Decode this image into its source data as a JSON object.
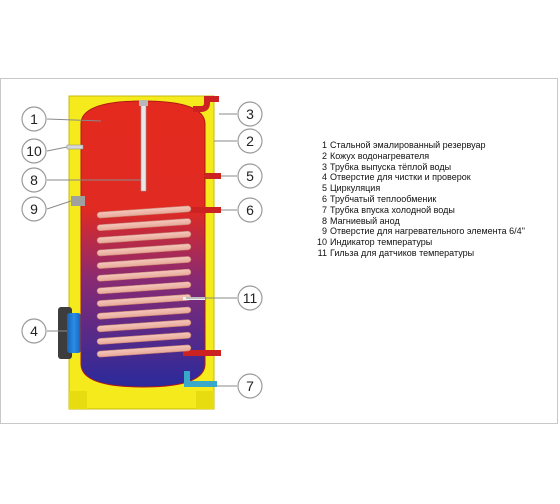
{
  "callouts": [
    {
      "number": "1"
    },
    {
      "number": "2"
    },
    {
      "number": "3"
    },
    {
      "number": "4"
    },
    {
      "number": "5"
    },
    {
      "number": "6"
    },
    {
      "number": "7"
    },
    {
      "number": "8"
    },
    {
      "number": "9"
    },
    {
      "number": "10"
    },
    {
      "number": "11"
    }
  ],
  "legend": [
    {
      "number": "1",
      "text": "Стальной эмалированный резервуар"
    },
    {
      "number": "2",
      "text": "Кожух водонагревателя"
    },
    {
      "number": "3",
      "text": "Трубка выпуска тёплой воды"
    },
    {
      "number": "4",
      "text": "Отверстие для чистки и проверок"
    },
    {
      "number": "5",
      "text": "Циркуляция"
    },
    {
      "number": "6",
      "text": "Трубчатый теплообменик"
    },
    {
      "number": "7",
      "text": "Трубка впуска холодной воды"
    },
    {
      "number": "8",
      "text": "Магниевый анод"
    },
    {
      "number": "9",
      "text": "Отверстие для нагревательного элемента 6/4\""
    },
    {
      "number": "10",
      "text": "Индикатор температуры"
    },
    {
      "number": "11",
      "text": "Гильза для датчиков температуры"
    }
  ],
  "colors": {
    "casing": "#f4ea1c",
    "tank_hot": "#e42a1e",
    "tank_cold": "#2a2a9c",
    "coil": "#f2b8a8",
    "pipe_hot": "#cc2222",
    "pipe_cold": "#3aa8c8",
    "hatch": "#1e7bd6"
  }
}
